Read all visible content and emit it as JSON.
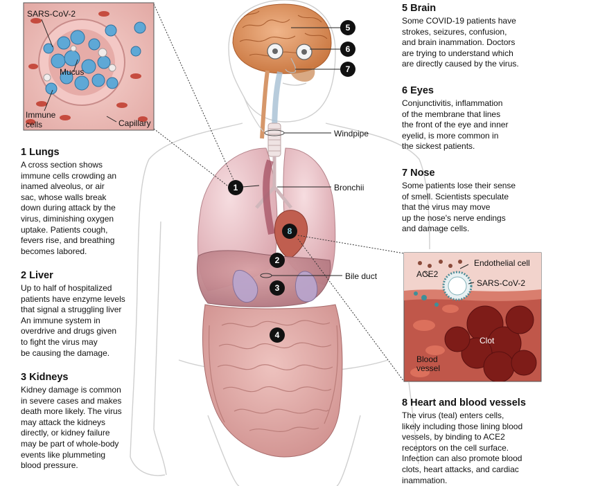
{
  "inset_alveolus": {
    "virus": "SARS-CoV-2",
    "mucus": "Mucus",
    "immune_cells": [
      "Immune",
      "cells"
    ],
    "capillary": "Capillary"
  },
  "inset_vessel": {
    "endothelial": "Endothelial cell",
    "ace2": "ACE2",
    "virus": "SARS-CoV-2",
    "clot": "Clot",
    "blood_vessel": [
      "Blood",
      "vessel"
    ]
  },
  "organ_labels": {
    "windpipe": "Windpipe",
    "bronchii": "Bronchii",
    "bile_duct": "Bile duct"
  },
  "markers": [
    "1",
    "2",
    "3",
    "4",
    "5",
    "6",
    "7",
    "8"
  ],
  "sections": {
    "lungs": {
      "title": "1 Lungs",
      "lines": [
        "A cross section shows",
        "immune cells crowding an",
        "inamed alveolus, or air",
        "sac, whose walls break",
        "down during attack by the",
        "virus, diminishing oxygen",
        "uptake. Patients cough,",
        "fevers rise, and breathing",
        "becomes labored."
      ]
    },
    "liver": {
      "title": "2 Liver",
      "lines": [
        "Up to half of hospitalized",
        "patients have enzyme levels",
        "that signal a struggling liver",
        "An immune system in",
        "overdrive and drugs given",
        "to fight the virus may",
        "be causing the damage."
      ]
    },
    "kidneys": {
      "title": "3 Kidneys",
      "lines": [
        "Kidney damage is common",
        "in severe cases and makes",
        "death more likely. The virus",
        "may attack the kidneys",
        "directly, or kidney failure",
        "may be part of whole-body",
        "events like plummeting",
        "blood pressure."
      ]
    },
    "brain": {
      "title": "5 Brain",
      "lines": [
        "Some COVID-19 patients have",
        "strokes, seizures, confusion,",
        "and brain inammation. Doctors",
        "are trying to understand which",
        "are directly caused by the virus."
      ]
    },
    "eyes": {
      "title": "6 Eyes",
      "lines": [
        "Conjunctivitis, inflammation",
        "of the membrane that lines",
        "the front of the eye and inner",
        "eyelid, is more common in",
        "the sickest patients."
      ]
    },
    "nose": {
      "title": "7 Nose",
      "lines": [
        "Some patients lose their sense",
        "of smell. Scientists speculate",
        "that the virus may move",
        "up the nose's nerve endings",
        "and damage cells."
      ]
    },
    "heart": {
      "title": "8 Heart and blood vessels",
      "lines": [
        "The virus (teal) enters cells,",
        "likely including those lining blood",
        "vessels, by binding to ACE2",
        "receptors on the cell surface.",
        "Infection can also promote blood",
        "clots, heart attacks, and cardiac",
        "inammation."
      ]
    }
  }
}
